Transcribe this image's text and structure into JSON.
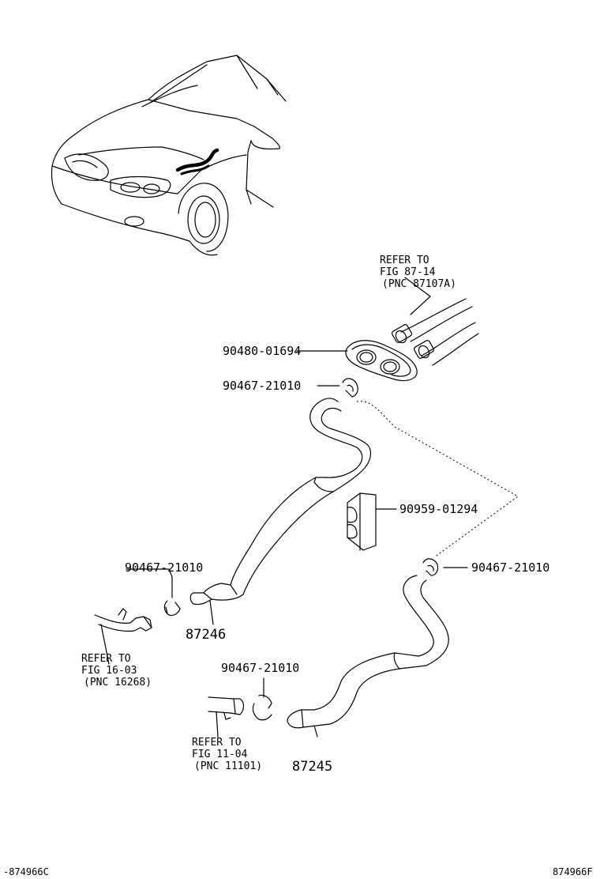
{
  "labels": {
    "refer_87_line1": "REFER TO",
    "refer_87_line2": "FIG 87-14",
    "refer_87_line3": "(PNC 87107A)",
    "grommet_pn": "90480-01694",
    "clamp_top_pn": "90467-21010",
    "bracket_pn": "90959-01294",
    "clamp_right_pn": "90467-21010",
    "clamp_left_pn": "90467-21010",
    "hose_upper_pn": "87246",
    "refer_16_line1": "REFER TO",
    "refer_16_line2": "FIG 16-03",
    "refer_16_line3": "(PNC 16268)",
    "clamp_bottom_pn": "90467-21010",
    "refer_11_line1": "REFER TO",
    "refer_11_line2": "FIG 11-04",
    "refer_11_line3": "(PNC 11101)",
    "hose_lower_pn": "87245",
    "code_left": "-874966C",
    "code_right": "874966F"
  }
}
